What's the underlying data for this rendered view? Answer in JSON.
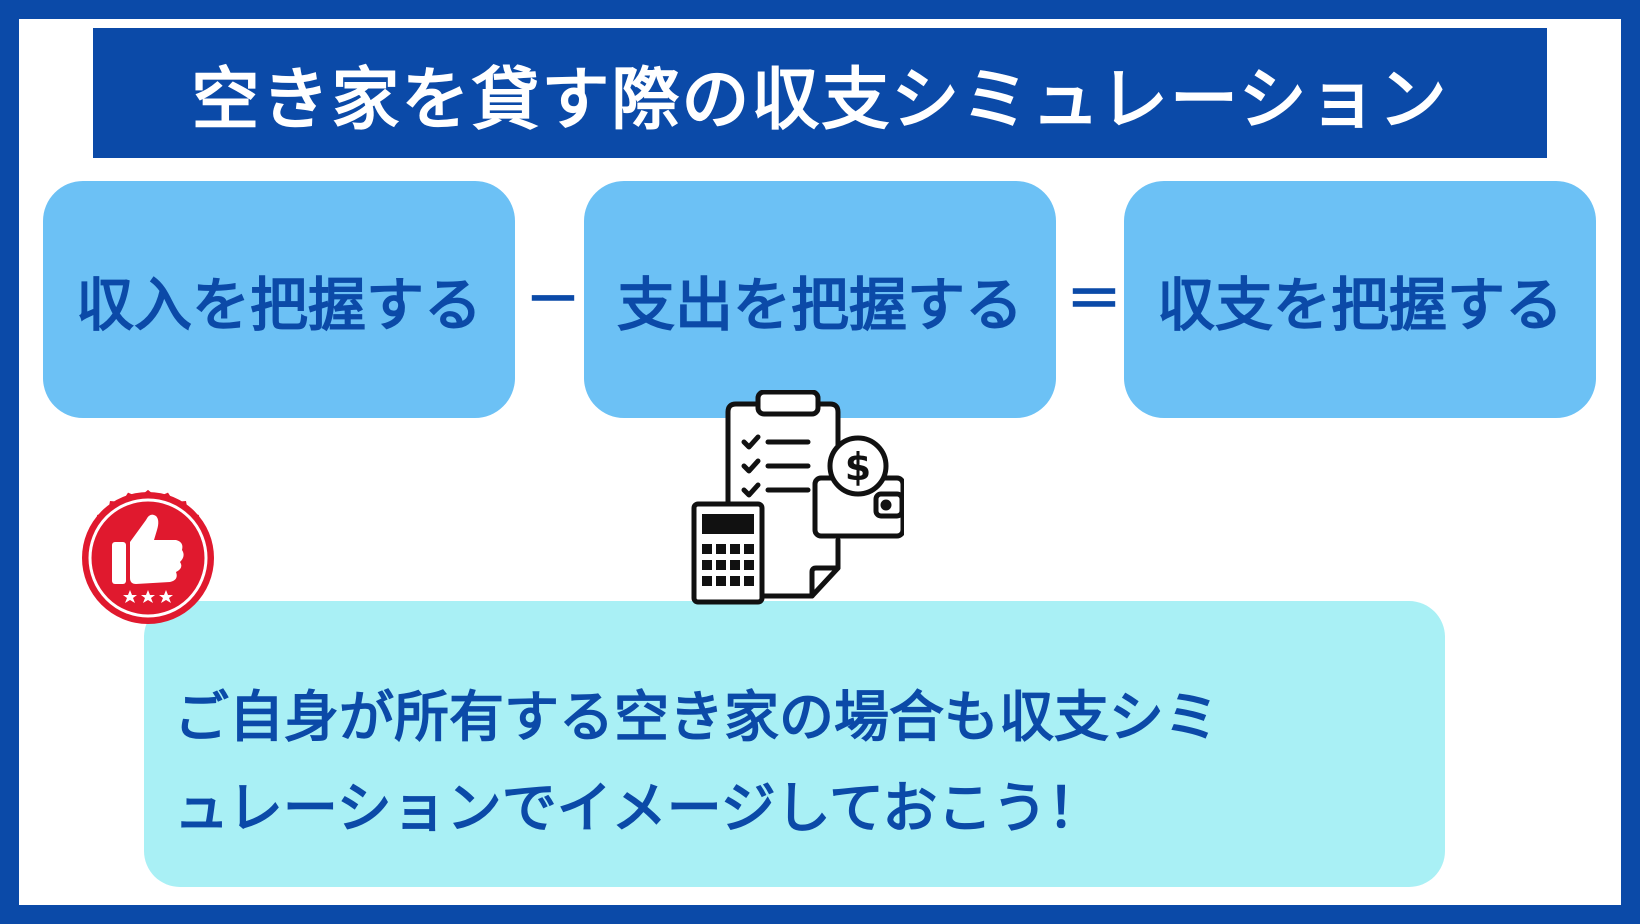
{
  "title": "空き家を貸す際の収支シミュレーション",
  "formula": {
    "income_label": "収入を把握する",
    "minus": "－",
    "expense_label": "支出を把握する",
    "equals": "＝",
    "balance_label": "収支を把握する"
  },
  "note": {
    "line1": "ご自身が所有する空き家の場合も収支シミ",
    "line2": "ュレーションでイメージしておこう！"
  },
  "icons": {
    "center": "clipboard-calculator-dollar-icon",
    "badge": "thumbs-up-badge-icon"
  },
  "colors": {
    "brand_blue": "#0b4aa8",
    "box_blue": "#6cc1f5",
    "note_cyan": "#a9f0f5",
    "badge_red": "#e0192e"
  }
}
